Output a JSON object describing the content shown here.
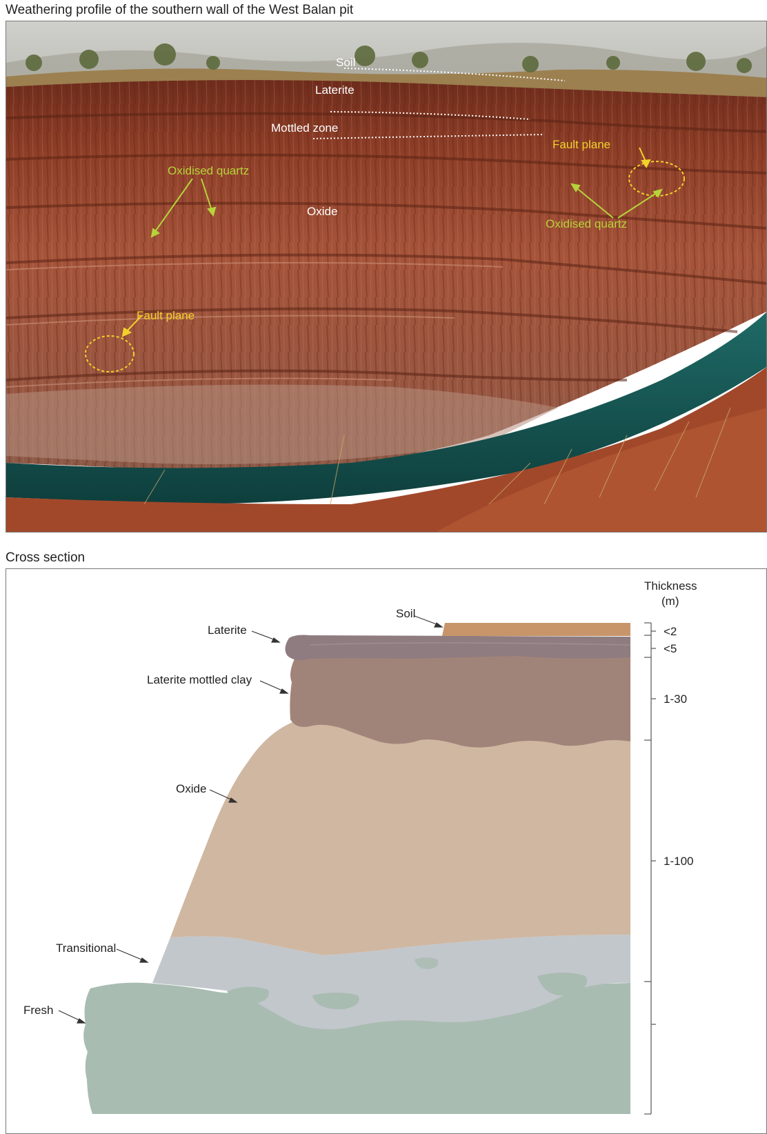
{
  "photo_title": "Weathering profile of the southern wall of the West Balan pit",
  "photo_labels": {
    "soil": "Soil",
    "laterite": "Laterite",
    "mottled_zone": "Mottled zone",
    "oxide": "Oxide",
    "oxidised_quartz_left": "Oxidised quartz",
    "oxidised_quartz_right": "Oxidised quartz",
    "fault_plane_right": "Fault plane",
    "fault_plane_left": "Fault plane"
  },
  "section_title": "Cross section",
  "section": {
    "layers": {
      "soil": "Soil",
      "laterite": "Laterite",
      "laterite_mottled_clay": "Laterite mottled clay",
      "oxide": "Oxide",
      "transitional": "Transitional",
      "fresh": "Fresh"
    },
    "thickness_header_1": "Thickness",
    "thickness_header_2": "(m)",
    "thickness": {
      "soil": "<2",
      "laterite": "<5",
      "mottled_clay": "1-30",
      "oxide": "1-100"
    }
  },
  "colors": {
    "soil": "#c8956a",
    "laterite": "#8f7c80",
    "mottled_clay": "#a18479",
    "oxide": "#d0b7a1",
    "transitional": "#c2c7cc",
    "fresh": "#a9bcb1",
    "annotation_yellow": "#f2d22a",
    "annotation_green": "#b6d43a"
  }
}
